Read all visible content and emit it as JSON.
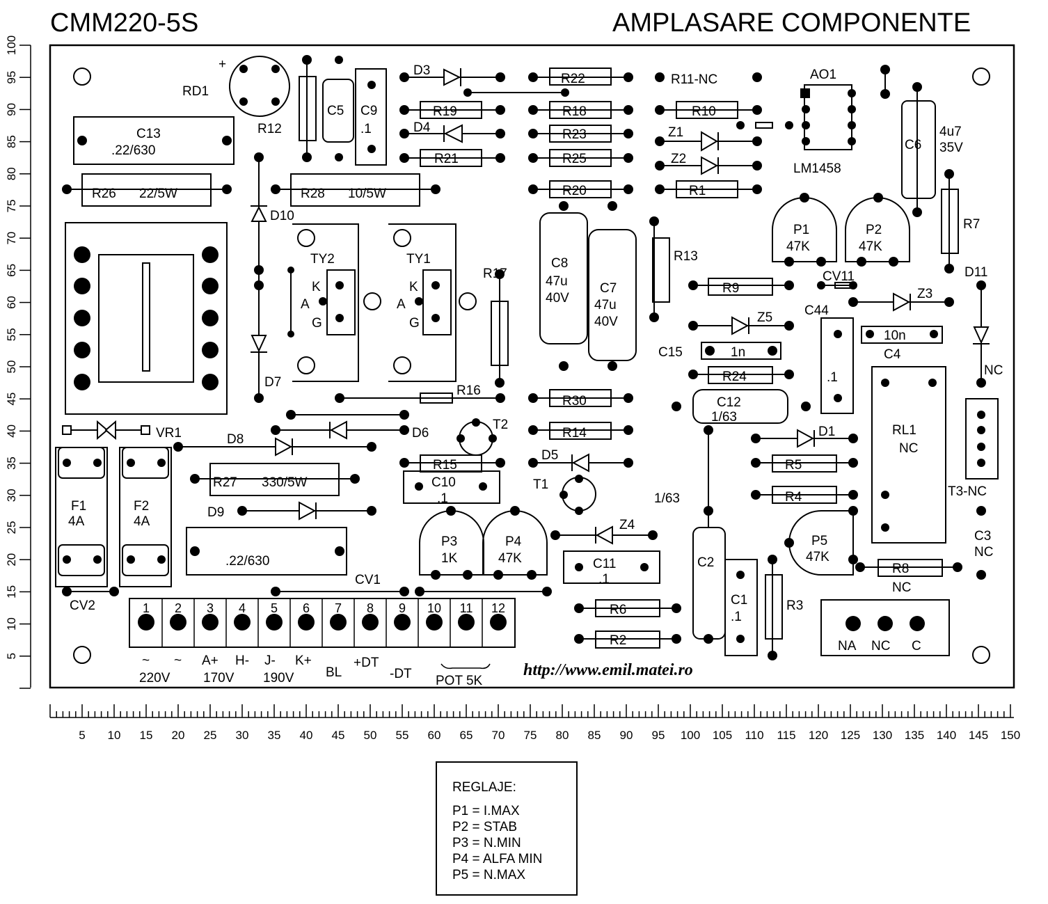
{
  "titles": {
    "left": "CMM220-5S",
    "right": "AMPLASARE COMPONENTE"
  },
  "url": "http://www.emil.matei.ro",
  "rulers": {
    "vertical": [
      "100",
      "95",
      "90",
      "85",
      "80",
      "75",
      "70",
      "65",
      "60",
      "55",
      "50",
      "45",
      "40",
      "35",
      "30",
      "25",
      "20",
      "15",
      "10",
      "5"
    ],
    "horizontal": [
      "5",
      "10",
      "15",
      "20",
      "25",
      "30",
      "35",
      "40",
      "45",
      "50",
      "55",
      "60",
      "65",
      "70",
      "75",
      "80",
      "85",
      "90",
      "95",
      "100",
      "105",
      "110",
      "115",
      "120",
      "125",
      "130",
      "135",
      "140",
      "145",
      "150"
    ]
  },
  "labels": {
    "RD1": "RD1",
    "plus": "+",
    "R12": "R12",
    "C5": "C5",
    "C9": "C9",
    "C9v": ".1",
    "D3": "D3",
    "R22": "R22",
    "R11": "R11-NC",
    "AO1": "AO1",
    "LM1458": "LM1458",
    "R19": "R19",
    "R18": "R18",
    "R10": "R10",
    "D4": "D4",
    "R23": "R23",
    "Z1": "Z1",
    "Z2": "Z2",
    "R21": "R21",
    "R25": "R25",
    "C6": "C6",
    "C6v1": "4u7",
    "C6v2": "35V",
    "C13": "C13",
    "C13v": ".22/630",
    "R26": "R26",
    "R26v": "22/5W",
    "R28": "R28",
    "R28v": "10/5W",
    "R20": "R20",
    "R1": "R1",
    "D10": "D10",
    "TY2": "TY2",
    "TY1": "TY1",
    "K": "K",
    "A": "A",
    "G": "G",
    "C8": "C8",
    "C8v1": "47u",
    "C8v2": "40V",
    "C7": "C7",
    "C7v1": "47u",
    "C7v2": "40V",
    "R13": "R13",
    "P1": "P1",
    "P1v": "47K",
    "P2": "P2",
    "P2v": "47K",
    "R7": "R7",
    "D11": "D11",
    "R17": "R17",
    "R9": "R9",
    "CV11": "CV11",
    "Z3": "Z3",
    "C44": "C44",
    "C44v": ".1",
    "Z5": "Z5",
    "C4": "C4",
    "C4v": "10n",
    "C15": "C15",
    "C15v": "1n",
    "NC": "NC",
    "D7": "D7",
    "R16": "R16",
    "R24": "R24",
    "R30": "R30",
    "C12": "C12",
    "C12v": "1/63",
    "RL1": "RL1",
    "RL1v": "NC",
    "VR1": "VR1",
    "D6": "D6",
    "T2": "T2",
    "R14": "R14",
    "D1": "D1",
    "D8": "D8",
    "D5": "D5",
    "R15": "R15",
    "R5": "R5",
    "R27": "R27",
    "R27v": "330/5W",
    "C10": "C10",
    "C10v": ".1",
    "T1": "T1",
    "R4": "R4",
    "T3": "T3-NC",
    "v163": "1/63",
    "F1": "F1",
    "F1v": "4A",
    "F2": "F2",
    "F2v": "4A",
    "D9": "D9",
    "P3": "P3",
    "P3v": "1K",
    "P4": "P4",
    "P4v": "47K",
    "Z4": "Z4",
    "P5": "P5",
    "P5v": "47K",
    "C3": "C3",
    "C3v": "NC",
    "C2": "C2",
    "C11": "C11",
    "C11v": ".1",
    "R8": "R8",
    "R8v": "NC",
    "Cbot": ".22/630",
    "CV1": "CV1",
    "C1": "C1",
    "C1v": ".1",
    "R3": "R3",
    "CV2": "CV2",
    "R6": "R6",
    "R2": "R2",
    "NA": "NA",
    "NCr": "NC",
    "Cr": "C"
  },
  "terminals": [
    "1",
    "2",
    "3",
    "4",
    "5",
    "6",
    "7",
    "8",
    "9",
    "10",
    "11",
    "12"
  ],
  "terminal_labels": {
    "t1": "~",
    "t2": "~",
    "v220": "220V",
    "t3": "A+",
    "t4": "H-",
    "v170": "170V",
    "t5": "J-",
    "t6": "K+",
    "v190": "190V",
    "t7": "BL",
    "t8": "+DT",
    "t9": "-DT",
    "pot": "POT 5K"
  },
  "legend": {
    "title": "REGLAJE:",
    "items": [
      "P1 = I.MAX",
      "P2 = STAB",
      "P3 = N.MIN",
      "P4 = ALFA MIN",
      "P5 = N.MAX"
    ]
  }
}
